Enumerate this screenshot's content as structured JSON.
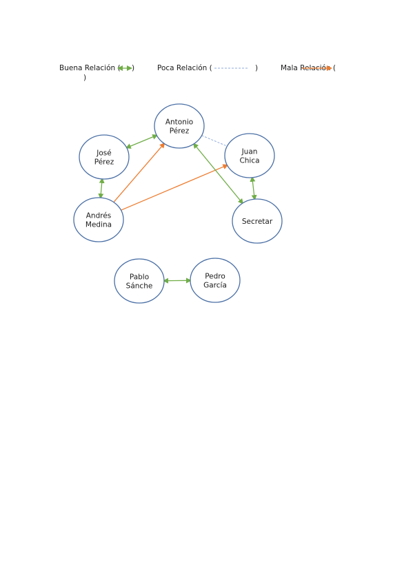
{
  "legend": {
    "good_label": "Buena Relación (",
    "good_close": ")",
    "poor_label": "Poca Relación (",
    "poor_close": ")",
    "bad_label": "Mala Relación (",
    "bad_close": ")"
  },
  "colors": {
    "good": "#70ad47",
    "poor": "#8eaadb",
    "bad": "#ed7d31",
    "node_stroke": "#4a6fa5"
  },
  "nodes": [
    {
      "id": "antonio",
      "lines": [
        "Antonio",
        "Pérez"
      ]
    },
    {
      "id": "jose",
      "lines": [
        "José",
        "Pérez"
      ]
    },
    {
      "id": "juan",
      "lines": [
        "Juan",
        "Chica"
      ]
    },
    {
      "id": "andres",
      "lines": [
        "Andrés",
        "Medina"
      ]
    },
    {
      "id": "secretar",
      "lines": [
        "Secretar"
      ]
    },
    {
      "id": "pablo",
      "lines": [
        "Pablo",
        "Sánche"
      ]
    },
    {
      "id": "pedro",
      "lines": [
        "Pedro",
        "García"
      ]
    }
  ],
  "relations": [
    {
      "from": "jose",
      "to": "antonio",
      "type": "good"
    },
    {
      "from": "antonio",
      "to": "juan",
      "type": "poor"
    },
    {
      "from": "jose",
      "to": "andres",
      "type": "good"
    },
    {
      "from": "andres",
      "to": "antonio",
      "type": "bad"
    },
    {
      "from": "andres",
      "to": "juan",
      "type": "bad"
    },
    {
      "from": "antonio",
      "to": "secretar",
      "type": "good"
    },
    {
      "from": "juan",
      "to": "secretar",
      "type": "good"
    },
    {
      "from": "pablo",
      "to": "pedro",
      "type": "good"
    }
  ]
}
